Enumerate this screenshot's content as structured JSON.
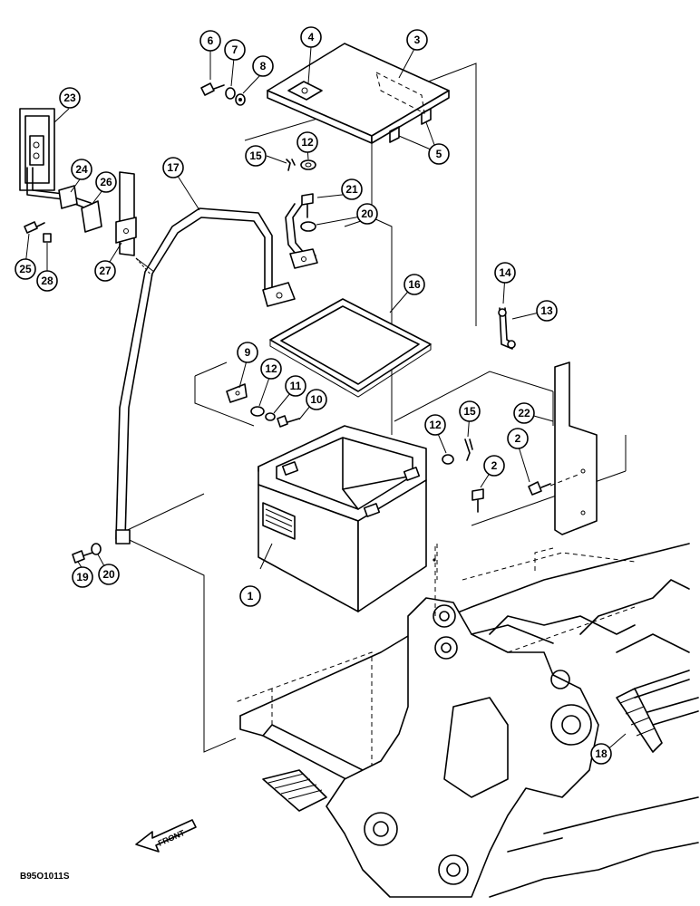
{
  "figure": {
    "drawing_code": "B95O1011S",
    "direction_label": "FRONT"
  },
  "callouts": [
    "1",
    "2",
    "2",
    "3",
    "4",
    "5",
    "6",
    "7",
    "8",
    "9",
    "10",
    "11",
    "12",
    "12",
    "12",
    "13",
    "14",
    "15",
    "15",
    "16",
    "17",
    "18",
    "19",
    "20",
    "20",
    "21",
    "22",
    "23",
    "24",
    "25",
    "26",
    "27",
    "28"
  ]
}
